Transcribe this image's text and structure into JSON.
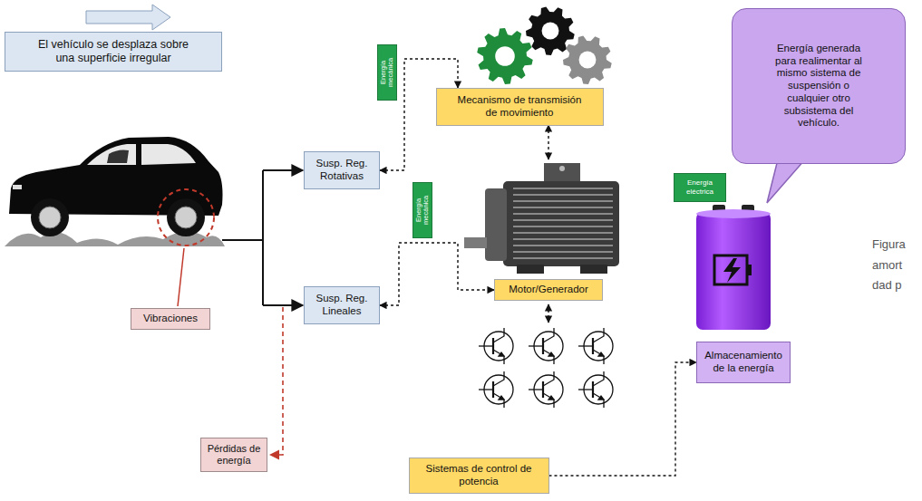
{
  "diagram": {
    "nodes": [
      {
        "text": [
          "El vehículo se desplaza sobre una superficie irregular"
        ]
      },
      {
        "text": [
          "Vibraciones"
        ]
      },
      {
        "text": [
          "Pérdidas de energía"
        ]
      },
      {
        "text": [
          "Susp. Reg. Rotativas"
        ]
      },
      {
        "text": [
          "Susp. Reg. Lineales"
        ]
      },
      {
        "text": [
          "Energía mecánica"
        ]
      },
      {
        "text": [
          "Mecanismo de transmisión de movimiento"
        ]
      },
      {
        "text": [
          "Energía mecánica"
        ]
      },
      {
        "text": [
          "Motor/Generador"
        ]
      },
      {
        "text": [
          "Sistemas de control de potencia"
        ]
      },
      {
        "text": [
          "Energía eléctrica"
        ]
      },
      {
        "text": [
          "Energía generada para realimentar al mismo sistema de suspensión o cualquier otro subsistema del vehículo."
        ]
      },
      {
        "text": [
          "Almacenamiento de la energía"
        ]
      }
    ],
    "edges": [
      {
        "from": 3,
        "to": 6,
        "arrow": "both"
      },
      {
        "from": 4,
        "to": 8,
        "arrow": "both"
      },
      {
        "from": 9,
        "to": 12,
        "arrow": "to"
      }
    ],
    "labels": [
      "Figura",
      "amort",
      "dad p"
    ]
  }
}
